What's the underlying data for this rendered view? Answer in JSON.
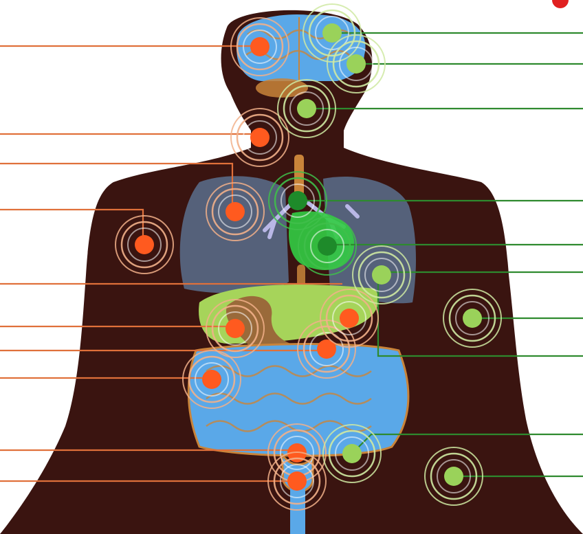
{
  "diagram": {
    "colors": {
      "background": "#ffffff",
      "body": "#3a1410",
      "lungs": "#55617a",
      "organ_blue": "#5aa8e8",
      "organ_outline": "#c9843a",
      "liver": "#a6d45a",
      "stomach": "#9a6a3a",
      "heart": "#33cc44",
      "marker_orange": "#ff5a1f",
      "marker_green": "#9ad25a",
      "marker_dark_green": "#1e8a2a",
      "line_orange": "#e0703a",
      "line_green": "#2e8a2e"
    },
    "marker_groups": {
      "left_orange": [
        "brain-left",
        "throat",
        "lung-upper",
        "upper-arm",
        "liver",
        "stomach-center",
        "colon-left",
        "lower-abdomen",
        "pelvis"
      ],
      "right_green": [
        "brain-top",
        "brain-right",
        "neck",
        "heart-upper",
        "heart",
        "lung-right",
        "forearm",
        "abdomen-lower-right",
        "hand"
      ],
      "unlabeled": [
        "kidney-right"
      ]
    }
  }
}
